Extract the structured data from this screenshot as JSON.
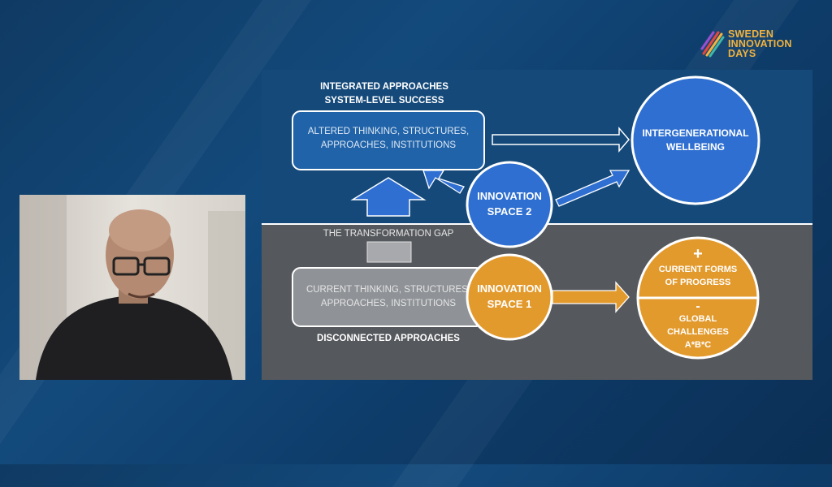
{
  "logo": {
    "name": "SWEDEN INNOVATION DAYS",
    "lines": [
      "SWEDEN",
      "INNOVATION",
      "DAYS"
    ],
    "color": "#f2b33d"
  },
  "slide": {
    "top_heading_1": "INTEGRATED APPROACHES",
    "top_heading_2": "SYSTEM-LEVEL SUCCESS",
    "box_top_line1": "ALTERED THINKING, STRUCTURES,",
    "box_top_line2": "APPROACHES, INSTITUTIONS",
    "goal_line1": "INTERGENERATIONAL",
    "goal_line2": "WELLBEING",
    "space2_line1": "INNOVATION",
    "space2_line2": "SPACE 2",
    "gap_label": "THE TRANSFORMATION GAP",
    "box_bottom_line1": "CURRENT THINKING, STRUCTURES,",
    "box_bottom_line2": "APPROACHES, INSTITUTIONS",
    "space1_line1": "INNOVATION",
    "space1_line2": "SPACE 1",
    "bottom_heading": "DISCONNECTED APPROACHES",
    "plus_sign": "+",
    "progress_line1": "CURRENT FORMS",
    "progress_line2": "OF PROGRESS",
    "minus_sign": "-",
    "challenges_line1": "GLOBAL",
    "challenges_line2": "CHALLENGES",
    "challenges_line3": "A*B*C"
  },
  "colors": {
    "slide_top_bg": "#14497a",
    "slide_bottom_bg": "#55585c",
    "blue_circle": "#2e6fd1",
    "orange_circle": "#e39a2d",
    "box_top_fill": "#2063a8",
    "box_bottom_fill": "#8f9296"
  }
}
